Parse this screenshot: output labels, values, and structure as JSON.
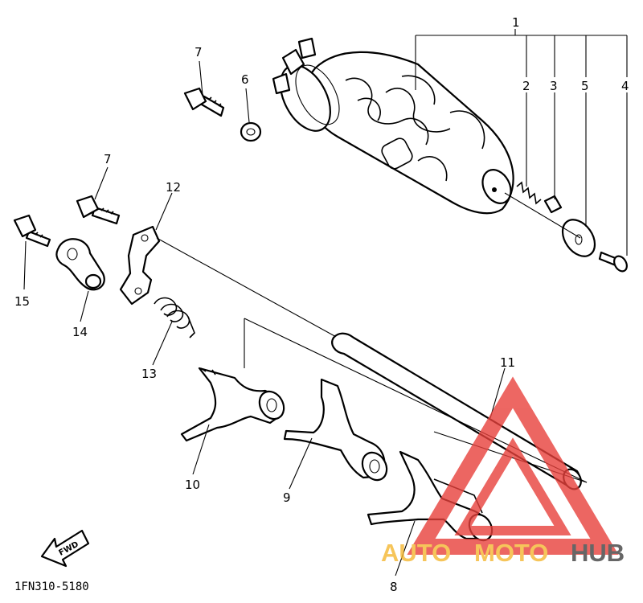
{
  "diagram": {
    "callouts": [
      {
        "id": "c1",
        "label": "1"
      },
      {
        "id": "c2",
        "label": "2"
      },
      {
        "id": "c3",
        "label": "3"
      },
      {
        "id": "c5",
        "label": "5"
      },
      {
        "id": "c4",
        "label": "4"
      },
      {
        "id": "c7a",
        "label": "7"
      },
      {
        "id": "c6",
        "label": "6"
      },
      {
        "id": "c7b",
        "label": "7"
      },
      {
        "id": "c12",
        "label": "12"
      },
      {
        "id": "c15",
        "label": "15"
      },
      {
        "id": "c14",
        "label": "14"
      },
      {
        "id": "c13",
        "label": "13"
      },
      {
        "id": "c11",
        "label": "11"
      },
      {
        "id": "c10",
        "label": "10"
      },
      {
        "id": "c9",
        "label": "9"
      },
      {
        "id": "c8",
        "label": "8"
      }
    ],
    "fwd_label": "FWD",
    "code": "1FN310-5180"
  },
  "watermark": {
    "text_auto": "AUTO",
    "text_moto": "MOTO",
    "text_hub": "HUB",
    "colors": {
      "auto": "#f5b731",
      "moto": "#f5b731",
      "hub": "#404040",
      "triangle": "#e8413c"
    }
  }
}
